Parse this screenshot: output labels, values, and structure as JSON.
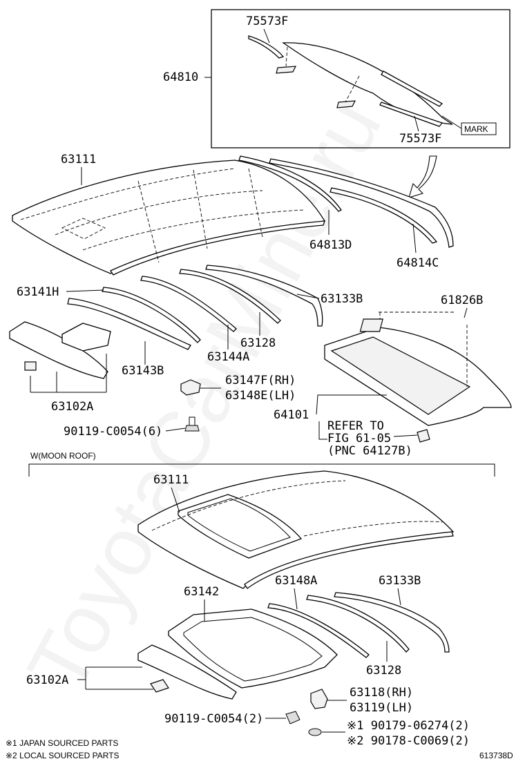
{
  "labels": {
    "p75573F_top": "75573F",
    "p64810": "64810",
    "p75573F_bottom": "75573F",
    "mark": "MARK",
    "p63111_top": "63111",
    "p64813D": "64813D",
    "p64814C": "64814C",
    "p63141H": "63141H",
    "p63133B_top": "63133B",
    "p61826B": "61826B",
    "p63128_top": "63128",
    "p63143B": "63143B",
    "p63144A": "63144A",
    "p63102A_top": "63102A",
    "p63147F": "63147F(RH)",
    "p63148E": "63148E(LH)",
    "p64101": "64101",
    "refer1": "REFER TO",
    "refer2": "FIG 61-05",
    "refer3": "(PNC 64127B)",
    "bolt_top": "90119-C0054(6)",
    "moon_roof": "W(MOON ROOF)",
    "p63111_bottom": "63111",
    "p63148A": "63148A",
    "p63133B_bottom": "63133B",
    "p63142": "63142",
    "p63128_bottom": "63128",
    "p63102A_bottom": "63102A",
    "p63118": "63118(RH)",
    "p63119": "63119(LH)",
    "bolt_bottom": "90119-C0054(2)",
    "clip1": "※1 90179-06274(2)",
    "clip2": "※2 90178-C0069(2)"
  },
  "footnotes": {
    "note1": "※1 JAPAN SOURCED PARTS",
    "note2": "※2 LOCAL SOURCED PARTS"
  },
  "figure_id": "613738D",
  "watermark": "ToyotaCarMine.ru"
}
